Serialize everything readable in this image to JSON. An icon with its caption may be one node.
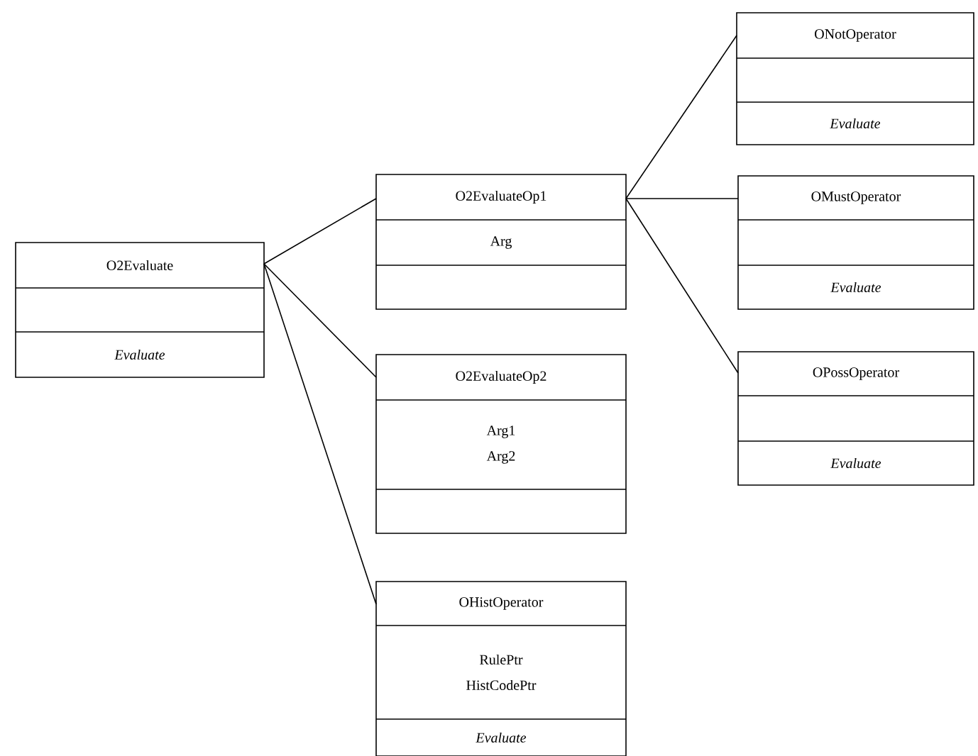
{
  "diagram": {
    "nodes": [
      {
        "text": [
          "O2Evaluate",
          "Evaluate"
        ]
      },
      {
        "text": [
          "O2EvaluateOp1",
          "Arg"
        ]
      },
      {
        "text": [
          "O2EvaluateOp2",
          "Arg1",
          "Arg2"
        ]
      },
      {
        "text": [
          "OHistOperator",
          "RulePtr",
          "HistCodePtr",
          "Evaluate"
        ]
      },
      {
        "text": [
          "ONotOperator",
          "Evaluate"
        ]
      },
      {
        "text": [
          "OMustOperator",
          "Evaluate"
        ]
      },
      {
        "text": [
          "OPossOperator",
          "Evaluate"
        ]
      }
    ],
    "edges": [
      {
        "from": 0,
        "to": 1,
        "arrow": "none"
      },
      {
        "from": 0,
        "to": 2,
        "arrow": "none"
      },
      {
        "from": 0,
        "to": 3,
        "arrow": "none"
      },
      {
        "from": 1,
        "to": 4,
        "arrow": "none"
      },
      {
        "from": 1,
        "to": 5,
        "arrow": "none"
      },
      {
        "from": 1,
        "to": 6,
        "arrow": "none"
      }
    ]
  }
}
